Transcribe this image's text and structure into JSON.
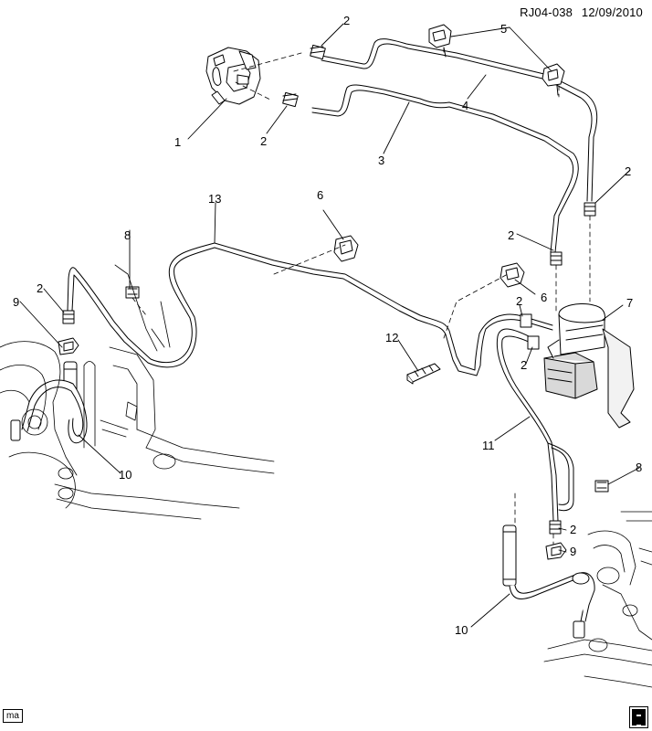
{
  "header": {
    "ref_code": "RJ04-038",
    "date": "12/09/2010"
  },
  "footer": {
    "tag": "ma",
    "icon": "book-icon"
  },
  "callouts": [
    "1",
    "2",
    "3",
    "4",
    "5",
    "6",
    "7",
    "8",
    "9",
    "10",
    "11",
    "12",
    "13"
  ],
  "colors": {
    "line": "#000000",
    "background": "#ffffff",
    "shade": "#d9d9d9"
  }
}
